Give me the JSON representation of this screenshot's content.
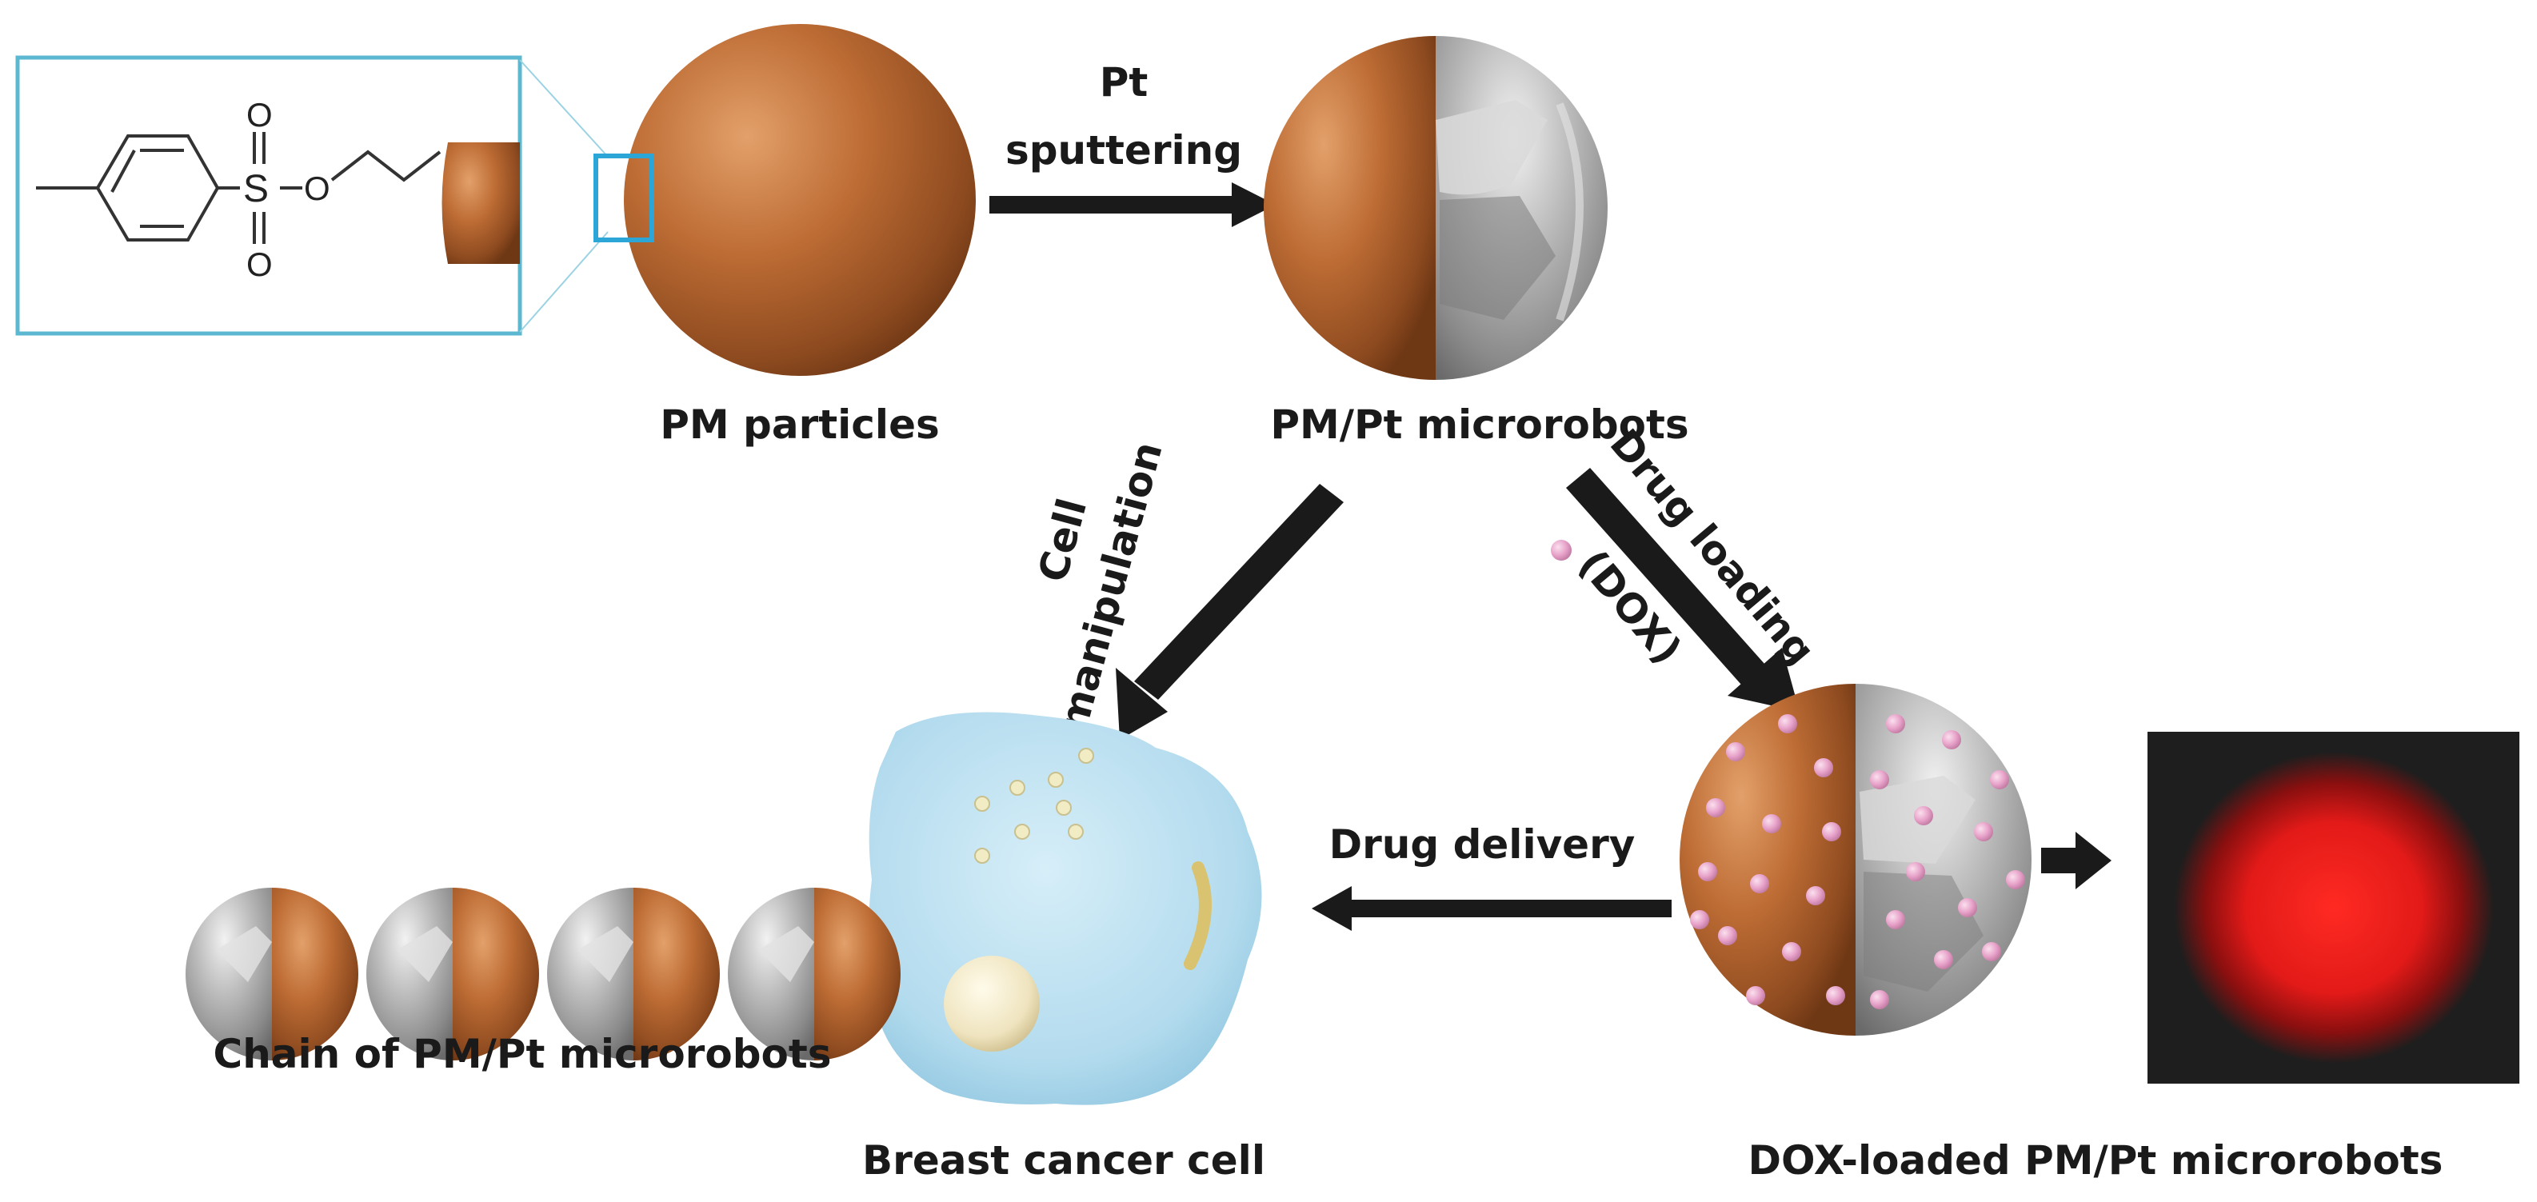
{
  "labels": {
    "pm_particles": "PM particles",
    "pt_line1": "Pt",
    "pt_line2": "sputtering",
    "pm_pt_microrobots": "PM/Pt microrobots",
    "cell_line1": "Cell",
    "cell_line2": "manipulation",
    "drug_loading": "Drug loading",
    "dox": "(DOX)",
    "drug_delivery": "Drug delivery",
    "chain": "Chain of PM/Pt microrobots",
    "breast_cancer_cell": "Breast cancer cell",
    "dox_loaded": "DOX-loaded PM/Pt microrobots"
  },
  "structure": {
    "atom_s": "S",
    "atom_o_top": "O",
    "atom_o_bottom": "O",
    "atom_o_chain": "O"
  },
  "colors": {
    "copper": "#b8672f",
    "copper_light": "#e09a62",
    "silver": "#a8a8a8",
    "cell": "#b6dcef",
    "dox": "#e6a0c8",
    "fluorescence": "#e01515",
    "arrow": "#1a1a1a",
    "box": "#5bb8d0"
  }
}
